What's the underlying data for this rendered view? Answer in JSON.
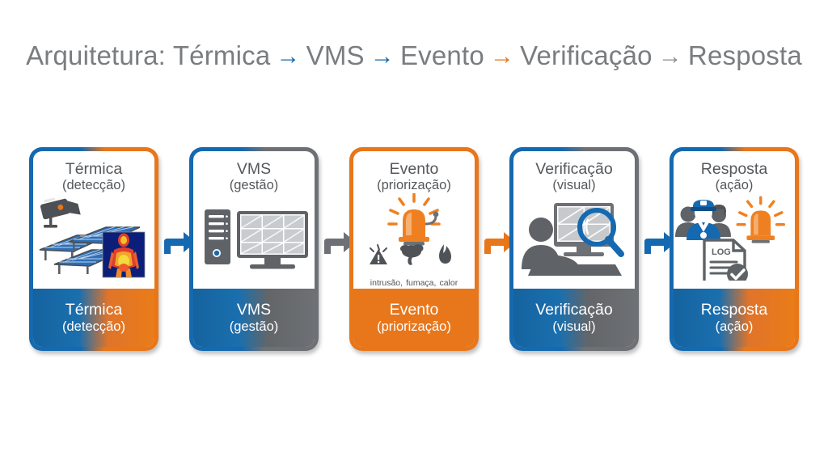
{
  "heading": {
    "prefix": "Arquitetura: ",
    "steps": [
      "Térmica",
      "VMS",
      "Evento",
      "Verificação",
      "Resposta"
    ],
    "arrow_glyph": "→",
    "arrow_colors": [
      "#1569b0",
      "#1569b0",
      "#e8761a",
      "#8a8d90"
    ],
    "text_color": "#7a7d80"
  },
  "colors": {
    "blue": "#1569b0",
    "orange": "#e8761a",
    "gray": "#6d7074",
    "text_gray": "#54585c"
  },
  "cards": [
    {
      "title": "Térmica",
      "subtitle": "(detecção)",
      "foot_title": "Térmica",
      "foot_subtitle": "(detecção)",
      "icons": [
        "security-camera-icon",
        "solar-panel-icon",
        "thermal-body-image"
      ]
    },
    {
      "title": "VMS",
      "subtitle": "(gestão)",
      "foot_title": "VMS",
      "foot_subtitle": "(gestão)",
      "icons": [
        "server-tower-icon",
        "video-wall-monitor-icon"
      ]
    },
    {
      "title": "Evento",
      "subtitle": "(priorização)",
      "foot_title": "Evento",
      "foot_subtitle": "(priorização)",
      "icons": [
        "alarm-siren-icon",
        "intrusion-warning-icon",
        "smoke-icon",
        "fire-heat-icon"
      ],
      "event_labels": [
        "intrusão,",
        "fumaça,",
        "calor"
      ]
    },
    {
      "title": "Verificação",
      "subtitle": "(visual)",
      "foot_title": "Verificação",
      "foot_subtitle": "(visual)",
      "icons": [
        "operator-person-icon",
        "monitor-icon",
        "magnifier-icon"
      ]
    },
    {
      "title": "Resposta",
      "subtitle": "(ação)",
      "foot_title": "Resposta",
      "foot_subtitle": "(ação)",
      "icons": [
        "security-team-icon",
        "alarm-siren-icon",
        "log-document-check-icon"
      ],
      "document_label": "LOG"
    }
  ],
  "connectors": [
    {
      "name": "connector-1",
      "color": "#1569b0"
    },
    {
      "name": "connector-2",
      "color": "#6d7074"
    },
    {
      "name": "connector-3",
      "color": "#e8761a"
    },
    {
      "name": "connector-4",
      "color": "#1569b0"
    }
  ]
}
